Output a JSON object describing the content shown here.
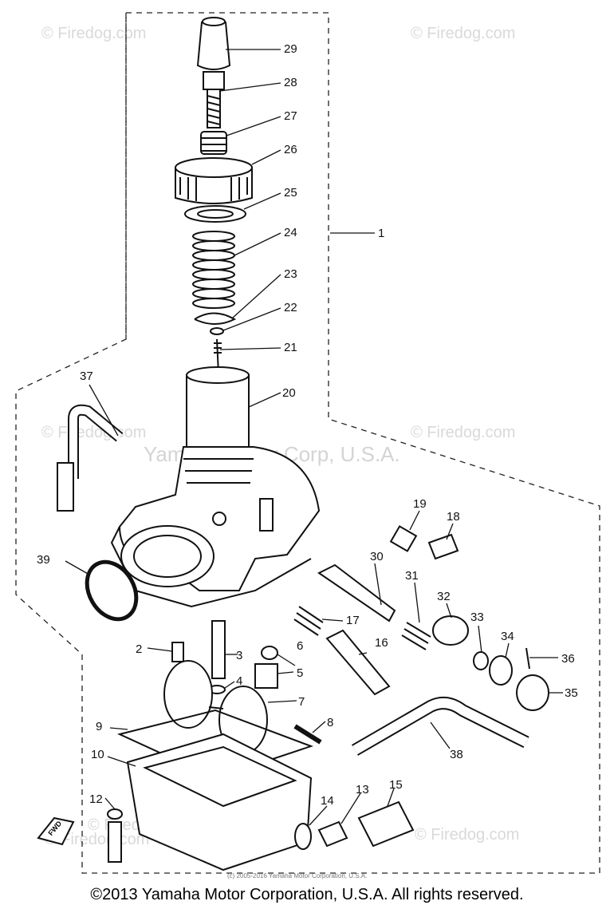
{
  "watermarks": [
    "© Firedog.com",
    "© Firedog.com",
    "© Firedog.com",
    "© Firedog.com",
    "© Firedog.com",
    "© Firedog.com",
    "© Firedog.com"
  ],
  "center_watermark": "Yamaha Motor Corp, U.S.A.",
  "small_notice": "(c) 2005-2016 Yamaha Motor Corporation, U.S.A.",
  "direction_mark": "FWD",
  "part_labels": [
    "1",
    "2",
    "3",
    "4",
    "5",
    "6",
    "7",
    "8",
    "9",
    "10",
    "12",
    "13",
    "14",
    "15",
    "16",
    "17",
    "18",
    "19",
    "20",
    "21",
    "22",
    "23",
    "24",
    "25",
    "26",
    "27",
    "28",
    "29",
    "30",
    "31",
    "32",
    "33",
    "34",
    "35",
    "36",
    "37",
    "38",
    "39"
  ],
  "copyright": "©2013 Yamaha Motor Corporation, U.S.A. All rights reserved."
}
